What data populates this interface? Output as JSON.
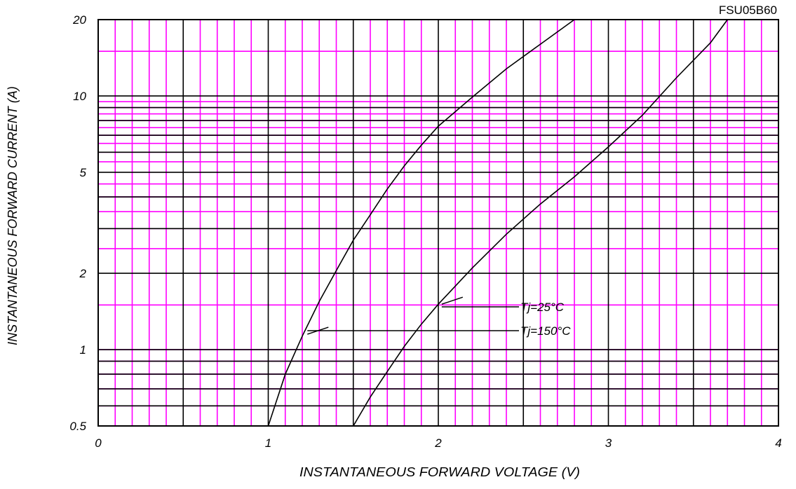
{
  "chart_data": {
    "type": "line",
    "title": "",
    "part_number": "FSU05B60",
    "xlabel": "INSTANTANEOUS FORWARD VOLTAGE (V)",
    "ylabel": "INSTANTANEOUS FORWARD CURRENT (A)",
    "xlim": [
      0,
      4
    ],
    "ylim": [
      0.5,
      20
    ],
    "yscale": "log",
    "x_ticks": [
      0,
      1,
      2,
      3,
      4
    ],
    "x_tick_labels": [
      "0",
      "1",
      "2",
      "3",
      "4"
    ],
    "y_ticks": [
      0.5,
      1,
      2,
      5,
      10,
      20
    ],
    "y_tick_labels": [
      "0.5",
      "1",
      "2",
      "5",
      "10",
      "20"
    ],
    "grid": true,
    "colors": {
      "major_grid": "#000000",
      "minor_grid": "#ff00ff",
      "curve": "#000000"
    },
    "series": [
      {
        "name": "Tj=150°C",
        "x": [
          1.0,
          1.1,
          1.2,
          1.3,
          1.4,
          1.5,
          1.6,
          1.7,
          1.8,
          1.9,
          2.0,
          2.2,
          2.4,
          2.6,
          2.8
        ],
        "y": [
          0.5,
          0.8,
          1.13,
          1.55,
          2.05,
          2.7,
          3.4,
          4.3,
          5.3,
          6.4,
          7.6,
          9.9,
          12.8,
          16.0,
          20.0
        ]
      },
      {
        "name": "Tj=25°C",
        "x": [
          1.5,
          1.6,
          1.7,
          1.8,
          1.9,
          2.0,
          2.2,
          2.4,
          2.6,
          2.8,
          3.0,
          3.2,
          3.4,
          3.6,
          3.7
        ],
        "y": [
          0.5,
          0.65,
          0.82,
          1.03,
          1.26,
          1.51,
          2.1,
          2.85,
          3.75,
          4.8,
          6.3,
          8.4,
          11.8,
          16.2,
          20.0
        ]
      }
    ],
    "annotations": [
      {
        "text": "Tj=25°C",
        "target_x": 2.02,
        "target_y": 1.51
      },
      {
        "text": "Tj=150°C",
        "target_x": 1.23,
        "target_y": 1.15
      }
    ]
  }
}
